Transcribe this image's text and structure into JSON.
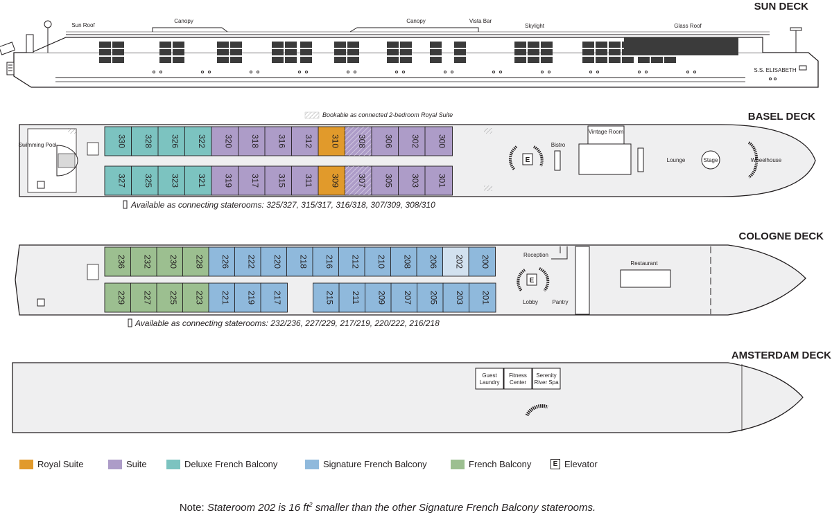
{
  "colors": {
    "royal_suite": "#e19a2b",
    "suite": "#ad9cc8",
    "deluxe_french_balcony": "#7cc3c0",
    "signature_french_balcony": "#8fb9dc",
    "french_balcony": "#9cbf90",
    "stateroom_202": "#d2e1ef",
    "hull_fill": "#efeff0",
    "outline": "#231f20",
    "window": "#3b3b3b"
  },
  "sun_deck": {
    "title": "SUN DECK",
    "labels": {
      "sun_roof": "Sun Roof",
      "canopy_1": "Canopy",
      "canopy_2": "Canopy",
      "vista_bar": "Vista Bar",
      "skylight": "Skylight",
      "glass_roof": "Glass Roof",
      "ship_name": "S.S. ELISABETH"
    }
  },
  "basel_deck": {
    "title": "BASEL DECK",
    "royal_note": "Bookable as connected 2-bedroom Royal Suite",
    "connect_note": "Available as connecting staterooms: 325/327, 315/317, 316/318, 307/309, 308/310",
    "labels": {
      "pool": "Swimming Pool",
      "bistro": "Bistro",
      "vintage_room": "Vintage Room",
      "lounge": "Lounge",
      "stage": "Stage",
      "wheelhouse": "Wheelhouse",
      "elevator": "E"
    },
    "top_cabins": [
      {
        "num": "330",
        "cat": "deluxe_french_balcony"
      },
      {
        "num": "328",
        "cat": "deluxe_french_balcony"
      },
      {
        "num": "326",
        "cat": "deluxe_french_balcony"
      },
      {
        "num": "322",
        "cat": "deluxe_french_balcony"
      },
      {
        "num": "320",
        "cat": "suite"
      },
      {
        "num": "318",
        "cat": "suite"
      },
      {
        "num": "316",
        "cat": "suite"
      },
      {
        "num": "312",
        "cat": "suite"
      },
      {
        "num": "310",
        "cat": "royal_suite"
      },
      {
        "num": "308",
        "cat": "suite",
        "hatch": true
      },
      {
        "num": "306",
        "cat": "suite"
      },
      {
        "num": "302",
        "cat": "suite"
      },
      {
        "num": "300",
        "cat": "suite"
      }
    ],
    "bottom_cabins": [
      {
        "num": "327",
        "cat": "deluxe_french_balcony"
      },
      {
        "num": "325",
        "cat": "deluxe_french_balcony"
      },
      {
        "num": "323",
        "cat": "deluxe_french_balcony"
      },
      {
        "num": "321",
        "cat": "deluxe_french_balcony"
      },
      {
        "num": "319",
        "cat": "suite"
      },
      {
        "num": "317",
        "cat": "suite"
      },
      {
        "num": "315",
        "cat": "suite"
      },
      {
        "num": "311",
        "cat": "suite"
      },
      {
        "num": "309",
        "cat": "royal_suite"
      },
      {
        "num": "307",
        "cat": "suite",
        "hatch": true
      },
      {
        "num": "305",
        "cat": "suite"
      },
      {
        "num": "303",
        "cat": "suite"
      },
      {
        "num": "301",
        "cat": "suite"
      }
    ]
  },
  "cologne_deck": {
    "title": "COLOGNE DECK",
    "connect_note": "Available as connecting staterooms: 232/236, 227/229, 217/219, 220/222, 216/218",
    "labels": {
      "reception": "Reception",
      "restaurant": "Restaurant",
      "lobby": "Lobby",
      "pantry": "Pantry",
      "elevator": "E"
    },
    "top_cabins": [
      {
        "num": "236",
        "cat": "french_balcony"
      },
      {
        "num": "232",
        "cat": "french_balcony"
      },
      {
        "num": "230",
        "cat": "french_balcony"
      },
      {
        "num": "228",
        "cat": "french_balcony"
      },
      {
        "num": "226",
        "cat": "signature_french_balcony"
      },
      {
        "num": "222",
        "cat": "signature_french_balcony"
      },
      {
        "num": "220",
        "cat": "signature_french_balcony"
      },
      {
        "num": "218",
        "cat": "signature_french_balcony"
      },
      {
        "num": "216",
        "cat": "signature_french_balcony"
      },
      {
        "num": "212",
        "cat": "signature_french_balcony"
      },
      {
        "num": "210",
        "cat": "signature_french_balcony"
      },
      {
        "num": "208",
        "cat": "signature_french_balcony"
      },
      {
        "num": "206",
        "cat": "signature_french_balcony"
      },
      {
        "num": "202",
        "cat": "stateroom_202"
      },
      {
        "num": "200",
        "cat": "signature_french_balcony"
      }
    ],
    "bottom_cabins": [
      {
        "num": "229",
        "cat": "french_balcony"
      },
      {
        "num": "227",
        "cat": "french_balcony"
      },
      {
        "num": "225",
        "cat": "french_balcony"
      },
      {
        "num": "223",
        "cat": "french_balcony"
      },
      {
        "num": "221",
        "cat": "signature_french_balcony"
      },
      {
        "num": "219",
        "cat": "signature_french_balcony"
      },
      {
        "num": "217",
        "cat": "signature_french_balcony"
      },
      {
        "num": "215",
        "cat": "signature_french_balcony"
      },
      {
        "num": "211",
        "cat": "signature_french_balcony"
      },
      {
        "num": "209",
        "cat": "signature_french_balcony"
      },
      {
        "num": "207",
        "cat": "signature_french_balcony"
      },
      {
        "num": "205",
        "cat": "signature_french_balcony"
      },
      {
        "num": "203",
        "cat": "signature_french_balcony"
      },
      {
        "num": "201",
        "cat": "signature_french_balcony"
      }
    ]
  },
  "amsterdam_deck": {
    "title": "AMSTERDAM DECK",
    "rooms": [
      {
        "line1": "Guest",
        "line2": "Laundry"
      },
      {
        "line1": "Fitness",
        "line2": "Center"
      },
      {
        "line1": "Serenity",
        "line2": "River Spa"
      }
    ]
  },
  "legend": [
    {
      "label": "Royal Suite",
      "color_key": "royal_suite"
    },
    {
      "label": "Suite",
      "color_key": "suite"
    },
    {
      "label": "Deluxe French Balcony",
      "color_key": "deluxe_french_balcony"
    },
    {
      "label": "Signature French Balcony",
      "color_key": "signature_french_balcony"
    },
    {
      "label": "French Balcony",
      "color_key": "french_balcony"
    }
  ],
  "legend_elevator": {
    "symbol": "E",
    "label": "Elevator"
  },
  "footnote": {
    "lead": "Note:",
    "text_before": "Stateroom 202 is 16 ft",
    "superscript": "2",
    "text_after": " smaller than the other Signature French Balcony staterooms."
  }
}
